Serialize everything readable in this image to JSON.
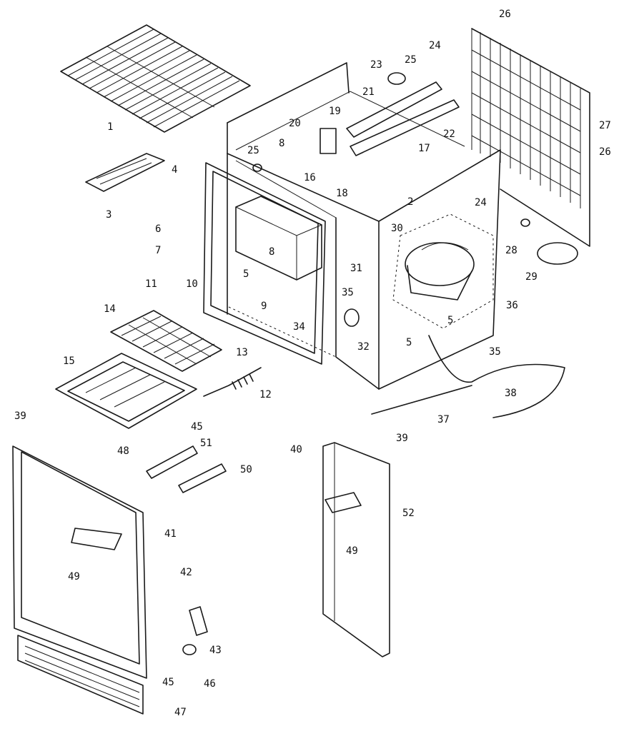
{
  "part_numbers": [
    "1",
    "2",
    "3",
    "4",
    "5",
    "6",
    "7",
    "8",
    "8",
    "9",
    "10",
    "11",
    "12",
    "13",
    "14",
    "15",
    "16",
    "17",
    "18",
    "19",
    "20",
    "21",
    "22",
    "23",
    "24",
    "24",
    "25",
    "25",
    "26",
    "26",
    "27",
    "28",
    "29",
    "30",
    "31",
    "32",
    "34",
    "35",
    "35",
    "36",
    "37",
    "38",
    "39",
    "39",
    "40",
    "41",
    "42",
    "43",
    "45",
    "45",
    "46",
    "47",
    "48",
    "49",
    "49",
    "50",
    "51",
    "52",
    "5",
    "5"
  ]
}
